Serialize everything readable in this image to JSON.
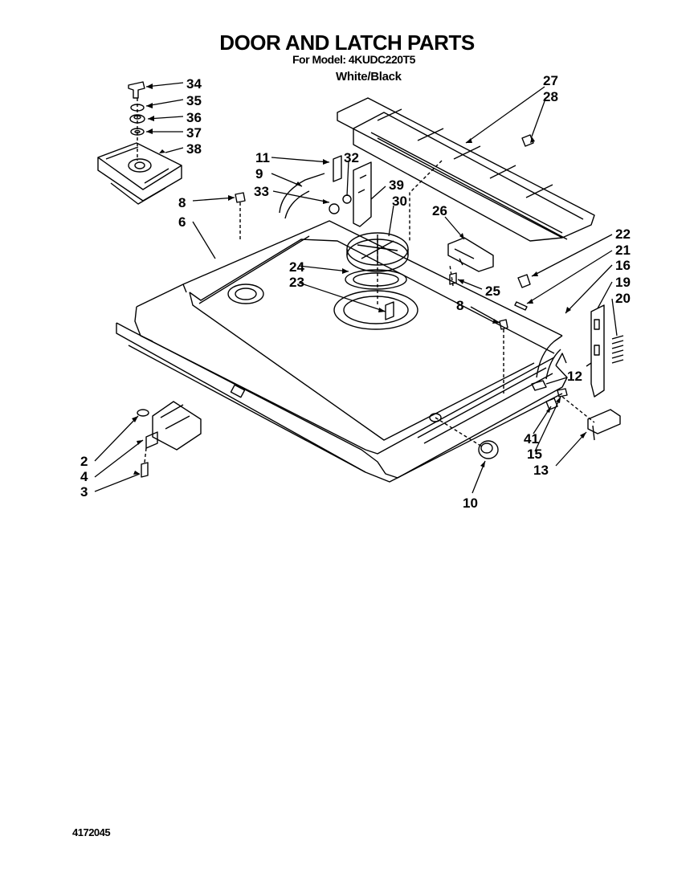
{
  "header": {
    "title": "DOOR AND LATCH PARTS",
    "model": "For Model: 4KUDC220T5",
    "color": "White/Black"
  },
  "footer": {
    "doc_number": "4172045"
  },
  "callouts": [
    "34",
    "35",
    "36",
    "37",
    "38",
    "11",
    "32",
    "9",
    "33",
    "39",
    "30",
    "27",
    "28",
    "8",
    "6",
    "26",
    "22",
    "24",
    "23",
    "25",
    "21",
    "16",
    "19",
    "20",
    "8",
    "12",
    "2",
    "4",
    "3",
    "41",
    "15",
    "13",
    "10"
  ]
}
